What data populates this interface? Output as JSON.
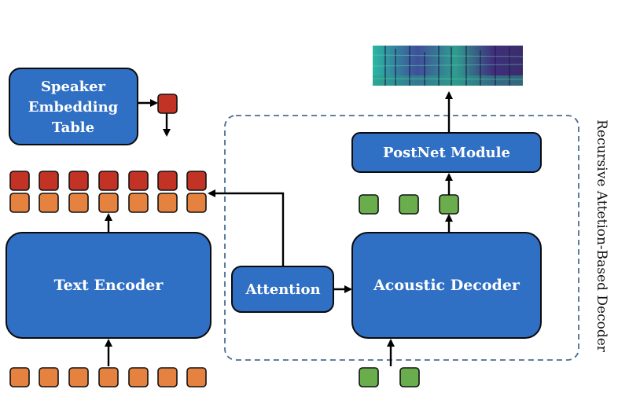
{
  "blocks": {
    "speaker_embedding": [
      "Speaker",
      "Embedding",
      "Table"
    ],
    "text_encoder": "Text Encoder",
    "attention": "Attention",
    "acoustic_decoder": "Acoustic Decoder",
    "postnet": "PostNet Module"
  },
  "region_label": "Recursive Attetion-Based Decoder",
  "colors": {
    "block_fill": "#2f6fc4",
    "speaker_embedding_token": "#c23325",
    "text_token": "#e6823f",
    "acoustic_token": "#69ad4c",
    "dashed_region": "#4a6e95"
  },
  "icons": [
    "mel-spectrogram-image"
  ]
}
